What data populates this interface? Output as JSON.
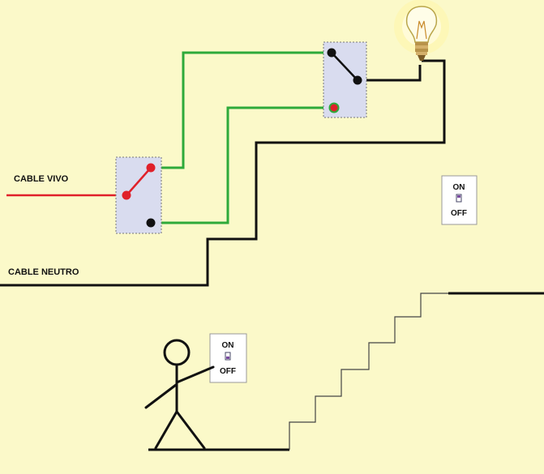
{
  "labels": {
    "live_cable": "CABLE VIVO",
    "neutral_cable": "CABLE NEUTRO"
  },
  "switch_panel_upper": {
    "on": "ON",
    "off": "OFF"
  },
  "switch_panel_lower": {
    "on": "ON",
    "off": "OFF"
  },
  "colors": {
    "background": "#fbf9c9",
    "live_wire": "#e0202a",
    "traveler_wire": "#2eaa3a",
    "neutral_wire": "#111111",
    "switch_box": "#d9dcef",
    "bulb_glow": "#fff6a8"
  },
  "icons": {
    "bulb": "light-bulb-icon",
    "person": "stick-figure-icon",
    "stairs": "staircase-icon"
  }
}
